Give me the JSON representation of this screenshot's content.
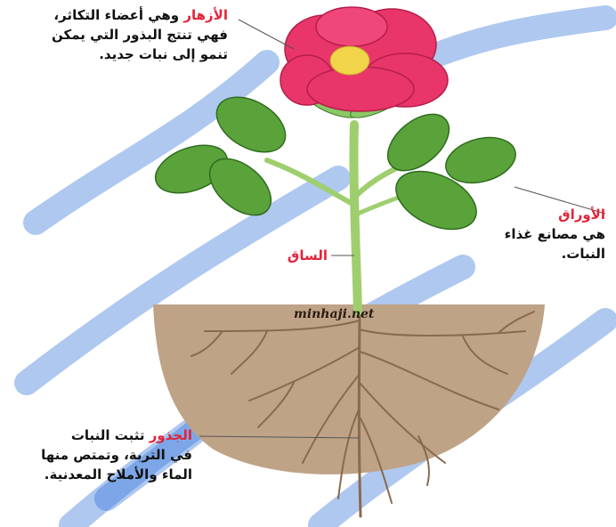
{
  "labels": {
    "flowers": {
      "term": "الأزهار",
      "line1": "وهي أعضاء التكاثر،",
      "line2": "فهي تنتج البذور التي يمكن",
      "line3": "تنمو إلى نبات جديد."
    },
    "leaves": {
      "term": "الأوراق",
      "line1": "هي مصانع غذاء",
      "line2": "النبات."
    },
    "stem": {
      "term": "الساق"
    },
    "roots": {
      "term": "الجذور",
      "line1": "تثبت النبات",
      "line2": "في التربة، وتمتص منها",
      "line3": "الماء والأملاح المعدنية."
    }
  },
  "website": "minhaji.net",
  "colors": {
    "term": "#e2243a",
    "text": "#111111",
    "soil": "#bfa387",
    "petal": "#e8356a",
    "leaf": "#5aa33a",
    "stem": "#9fce6e",
    "root": "#8a6a4e",
    "watermark": "#2b6fd8"
  }
}
